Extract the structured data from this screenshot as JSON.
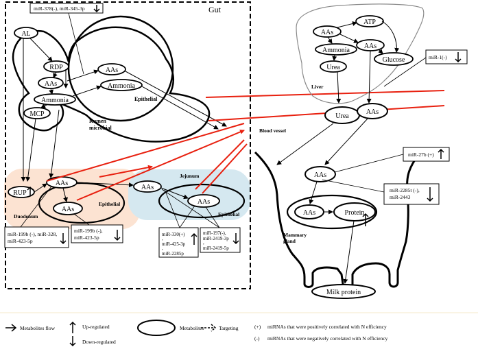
{
  "regions": {
    "gut": "Gut",
    "rumen_microbial": "Rumen\nmicrobial",
    "epithelial_rumen": "Epithelial",
    "duodenum": "Duodenum",
    "epithelial_duodenum": "Epithelial",
    "jejunum": "Jejunum",
    "epithelial_jejunum": "Epithelial",
    "blood_vessel": "Blood vessel",
    "liver": "Liver",
    "mammary_gland": "Mammary\ngland"
  },
  "metabolites": {
    "al": "AL",
    "rdp": "RDP",
    "aas_rumen": "AAs",
    "ammonia_rumen": "Ammonia",
    "mcp": "MCP",
    "aas_epithelial_rumen": "AAs",
    "ammonia_epithelial_rumen": "Ammonia",
    "rup": "RUP",
    "aas_duodenum": "AAs",
    "aas_epithelial_duodenum": "AAs",
    "aas_jejunum": "AAs",
    "aas_epithelial_jejunum": "AAs",
    "aas_liver_top": "AAs",
    "atp": "ATP",
    "ammonia_liver": "Ammonia",
    "aas_liver_right": "AAs",
    "urea_liver": "Urea",
    "glucose": "Glucose",
    "urea_blood": "Urea",
    "aas_blood": "AAs",
    "aas_mammary": "AAs",
    "aas_mammary_inner": "AAs",
    "protein": "Protein",
    "milk_protein": "Milk protein"
  },
  "mirna_boxes": {
    "gut_top": {
      "lines": [
        "miR-378(-), miR-345-3p"
      ],
      "arrow": "down"
    },
    "liver": {
      "lines": [
        "miR-1(-)"
      ],
      "arrow": "down"
    },
    "mammary_up": {
      "lines": [
        "miR-27b (+)"
      ],
      "arrow": "up"
    },
    "mammary_down": {
      "lines": [
        "miR-2285t (-),",
        "miR-2443"
      ],
      "arrow": "down"
    },
    "duodenum_lumen": {
      "lines": [
        "miR-199b (-), miR-328,",
        "miR-423-5p"
      ],
      "arrow": "down"
    },
    "duodenum_epithelial": {
      "lines": [
        "miR-199b (-),",
        "miR-423-5p"
      ],
      "arrow": "down"
    },
    "jejunum_up": {
      "lines": [
        "miR-330(+)",
        ",",
        "miR-425-3p",
        ",",
        "miR-2285p"
      ],
      "arrow": "up"
    },
    "jejunum_down": {
      "lines": [
        "miR-197(-),",
        "miR-2419-3p",
        ",",
        "miR-2419-5p"
      ],
      "arrow": "down"
    }
  },
  "legend": {
    "metabolites_flow": "Metabolites flow",
    "up_regulated": "Up-regulated",
    "down_regulated": "Down-regulated",
    "metabolites": "Metabolites",
    "targeting": "Targeting",
    "positive_symbol": "(+)",
    "positive_text": "miRNAs that were positively correlated with N efficiency",
    "negative_symbol": "(-)",
    "negative_text": "miRNAs that were negatively correlated with N efficiency"
  },
  "colors": {
    "duodenum_bg": "#fce3d2",
    "jejunum_bg": "#d5e8f0",
    "blood_line": "#e8200f",
    "liver_line": "#8a8a8a",
    "stroke": "#000000",
    "separator": "#f6e9c8"
  }
}
